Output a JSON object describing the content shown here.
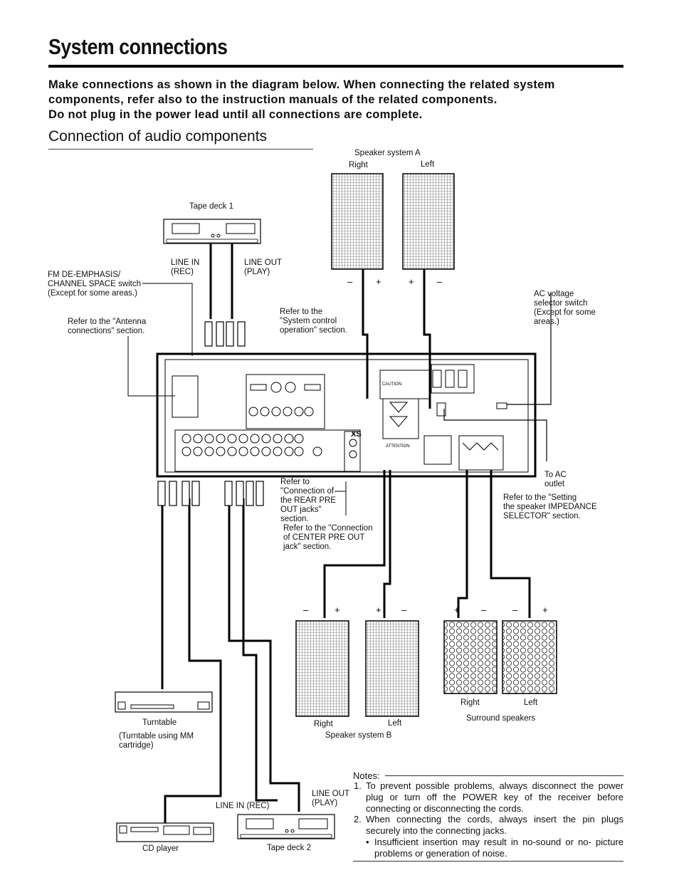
{
  "title": "System connections",
  "intro": {
    "line1": "Make connections as shown in the diagram below. When connecting the related system components, refer also to the instruction manuals of the related components.",
    "line2": "Do not plug in the power lead until all connections are complete."
  },
  "section_title": "Connection of audio components",
  "labels": {
    "speaker_a": "Speaker system A",
    "speaker_a_right": "Right",
    "speaker_a_left": "Left",
    "tape_deck_1": "Tape deck 1",
    "line_in_rec": "LINE IN\n(REC)",
    "line_out_play": "LINE OUT\n(PLAY)",
    "fm_deemphasis": "FM DE-EMPHASIS/\nCHANNEL SPACE switch\n(Except for some areas.)",
    "antenna": "Refer to the \"Antenna\nconnections\" section.",
    "system_control": "Refer to the\n\"System control\noperation\" section.",
    "ac_voltage": "AC voltage\nselector switch\n(Except for some\nareas.)",
    "to_ac": "To AC\noutlet",
    "impedance": "Refer to the \"Setting\nthe speaker IMPEDANCE\nSELECTOR\" section.",
    "rear_pre": "Refer to\n\"Connection of\nthe REAR PRE\nOUT jacks\"\nsection.",
    "center_pre": "Refer to the \"Connection\nof CENTER PRE OUT\njack\" section.",
    "speaker_b_right": "Right",
    "speaker_b_left": "Left",
    "speaker_b": "Speaker system B",
    "surround_right": "Right",
    "surround_left": "Left",
    "surround": "Surround speakers",
    "turntable": "Turntable",
    "turntable_note": "(Turntable using MM\ncartridge)",
    "cd_player": "CD player",
    "line_in_rec_2": "LINE IN (REC)",
    "line_out_play_2": "LINE OUT\n(PLAY)",
    "tape_deck_2": "Tape deck 2",
    "plus": "+",
    "minus": "–"
  },
  "notes": {
    "title": "Notes:",
    "n1_num": "1.",
    "n1": "To prevent possible problems, always disconnect the power plug or turn off the POWER key of the receiver before connecting or disconnecting the cords.",
    "n2_num": "2.",
    "n2": "When connecting the cords, always insert the pin plugs securely into the connecting jacks.",
    "n2_bullet": "Insufficient insertion may result in no-sound or no- picture problems or generation of noise."
  },
  "panel": {
    "caution": "CAUTION:",
    "attention": "ATTENTION",
    "xs": "XS"
  }
}
